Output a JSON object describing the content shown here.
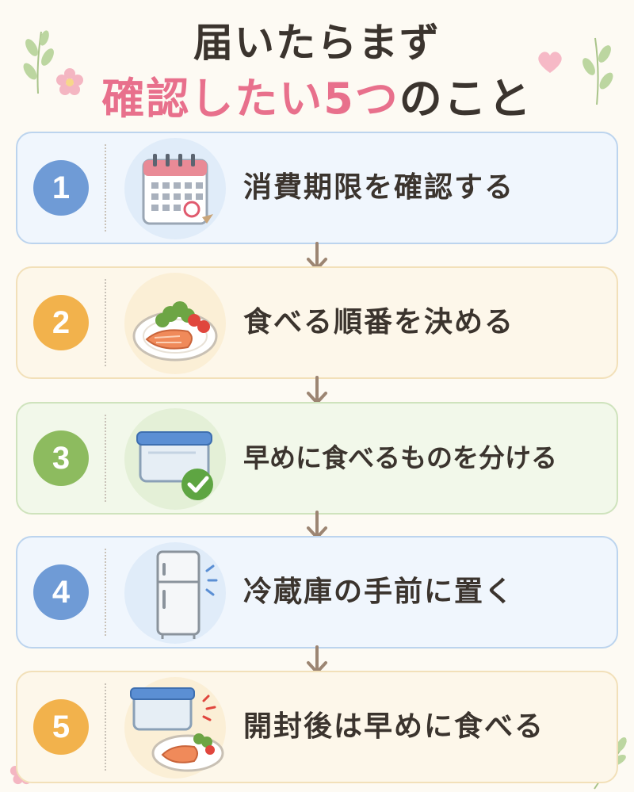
{
  "title": {
    "line1": "届いたらまず",
    "line2_highlight": "確認したい5つ",
    "line2_rest": "のこと"
  },
  "steps": [
    {
      "number": "1",
      "label": "消費期限を確認する",
      "icon": "calendar-icon",
      "theme": "blue"
    },
    {
      "number": "2",
      "label": "食べる順番を決める",
      "icon": "salmon-plate-icon",
      "theme": "yellow"
    },
    {
      "number": "3",
      "label": "早めに食べるものを分ける",
      "icon": "container-check-icon",
      "theme": "green"
    },
    {
      "number": "4",
      "label": "冷蔵庫の手前に置く",
      "icon": "refrigerator-icon",
      "theme": "blue"
    },
    {
      "number": "5",
      "label": "開封後は早めに食べる",
      "icon": "container-plate-icon",
      "theme": "yellow"
    }
  ],
  "colors": {
    "accent_pink": "#e8708c",
    "text_dark": "#3b342e",
    "blue": "#6f9bd6",
    "yellow": "#f2b24c",
    "green": "#8dbb5f",
    "arrow": "#9c8572"
  }
}
